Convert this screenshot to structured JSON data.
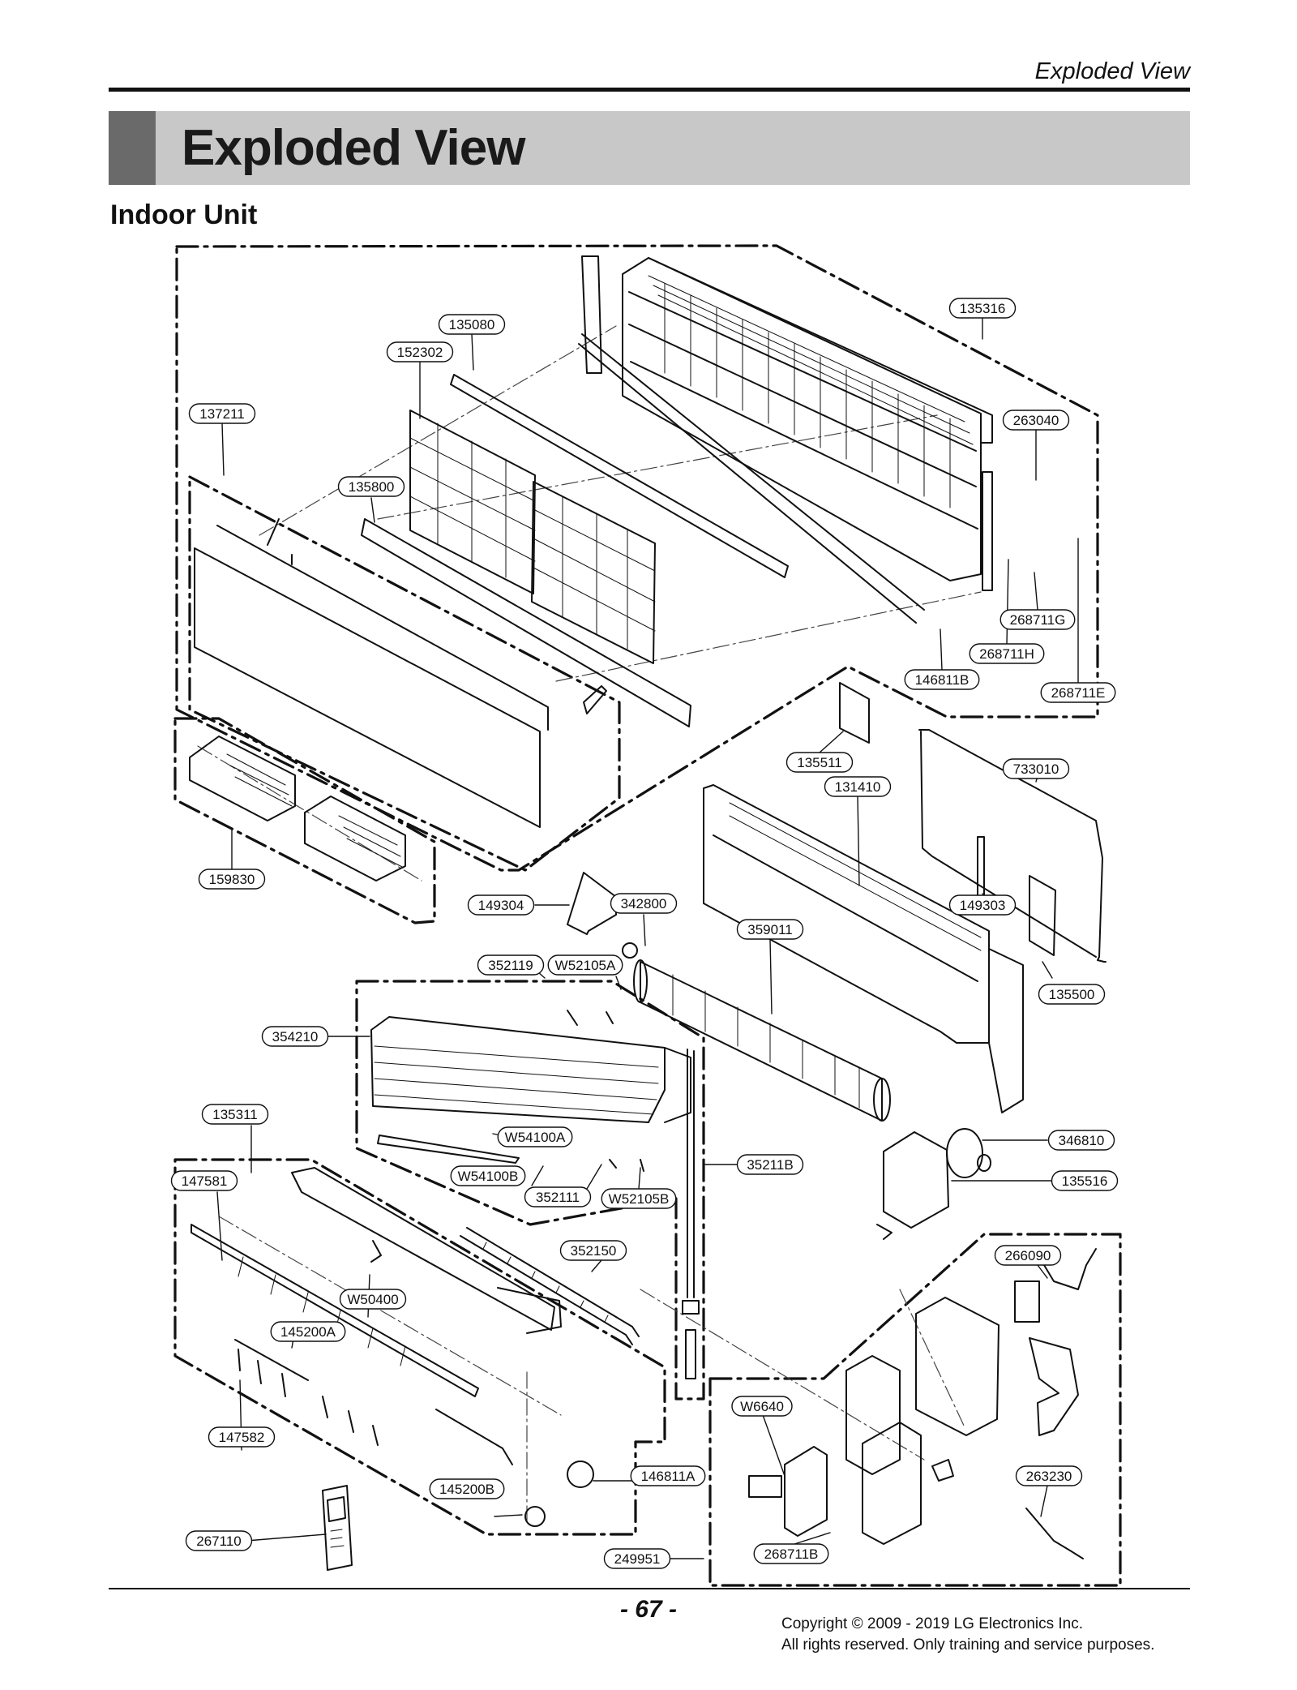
{
  "header": {
    "running_head": "Exploded View",
    "title": "Exploded View",
    "subtitle": "Indoor Unit"
  },
  "callouts": [
    {
      "id": "c-135316",
      "label": "135316"
    },
    {
      "id": "c-135080",
      "label": "135080"
    },
    {
      "id": "c-152302",
      "label": "152302"
    },
    {
      "id": "c-137211",
      "label": "137211"
    },
    {
      "id": "c-263040",
      "label": "263040"
    },
    {
      "id": "c-135800",
      "label": "135800"
    },
    {
      "id": "c-268711G",
      "label": "268711G"
    },
    {
      "id": "c-268711H",
      "label": "268711H"
    },
    {
      "id": "c-146811B",
      "label": "146811B"
    },
    {
      "id": "c-268711E",
      "label": "268711E"
    },
    {
      "id": "c-135511",
      "label": "135511"
    },
    {
      "id": "c-733010",
      "label": "733010"
    },
    {
      "id": "c-131410",
      "label": "131410"
    },
    {
      "id": "c-159830",
      "label": "159830"
    },
    {
      "id": "c-149304",
      "label": "149304"
    },
    {
      "id": "c-342800",
      "label": "342800"
    },
    {
      "id": "c-149303",
      "label": "149303"
    },
    {
      "id": "c-359011",
      "label": "359011"
    },
    {
      "id": "c-352119",
      "label": "352119"
    },
    {
      "id": "c-W52105A",
      "label": "W52105A"
    },
    {
      "id": "c-135500",
      "label": "135500"
    },
    {
      "id": "c-354210",
      "label": "354210"
    },
    {
      "id": "c-135311",
      "label": "135311"
    },
    {
      "id": "c-W54100A",
      "label": "W54100A"
    },
    {
      "id": "c-346810",
      "label": "346810"
    },
    {
      "id": "c-35211B",
      "label": "35211B"
    },
    {
      "id": "c-147581",
      "label": "147581"
    },
    {
      "id": "c-W54100B",
      "label": "W54100B"
    },
    {
      "id": "c-135516",
      "label": "135516"
    },
    {
      "id": "c-352111",
      "label": "352111"
    },
    {
      "id": "c-W52105B",
      "label": "W52105B"
    },
    {
      "id": "c-352150",
      "label": "352150"
    },
    {
      "id": "c-266090",
      "label": "266090"
    },
    {
      "id": "c-W50400",
      "label": "W50400"
    },
    {
      "id": "c-145200A",
      "label": "145200A"
    },
    {
      "id": "c-W6640",
      "label": "W6640"
    },
    {
      "id": "c-147582",
      "label": "147582"
    },
    {
      "id": "c-263230",
      "label": "263230"
    },
    {
      "id": "c-146811A",
      "label": "146811A"
    },
    {
      "id": "c-145200B",
      "label": "145200B"
    },
    {
      "id": "c-267110",
      "label": "267110"
    },
    {
      "id": "c-249951",
      "label": "249951"
    },
    {
      "id": "c-268711B",
      "label": "268711B"
    }
  ],
  "footer": {
    "page_number": "- 67 -",
    "copyright_line1": "Copyright © 2009 - 2019 LG Electronics Inc.",
    "copyright_line2": "All rights reserved. Only training and service purposes."
  }
}
